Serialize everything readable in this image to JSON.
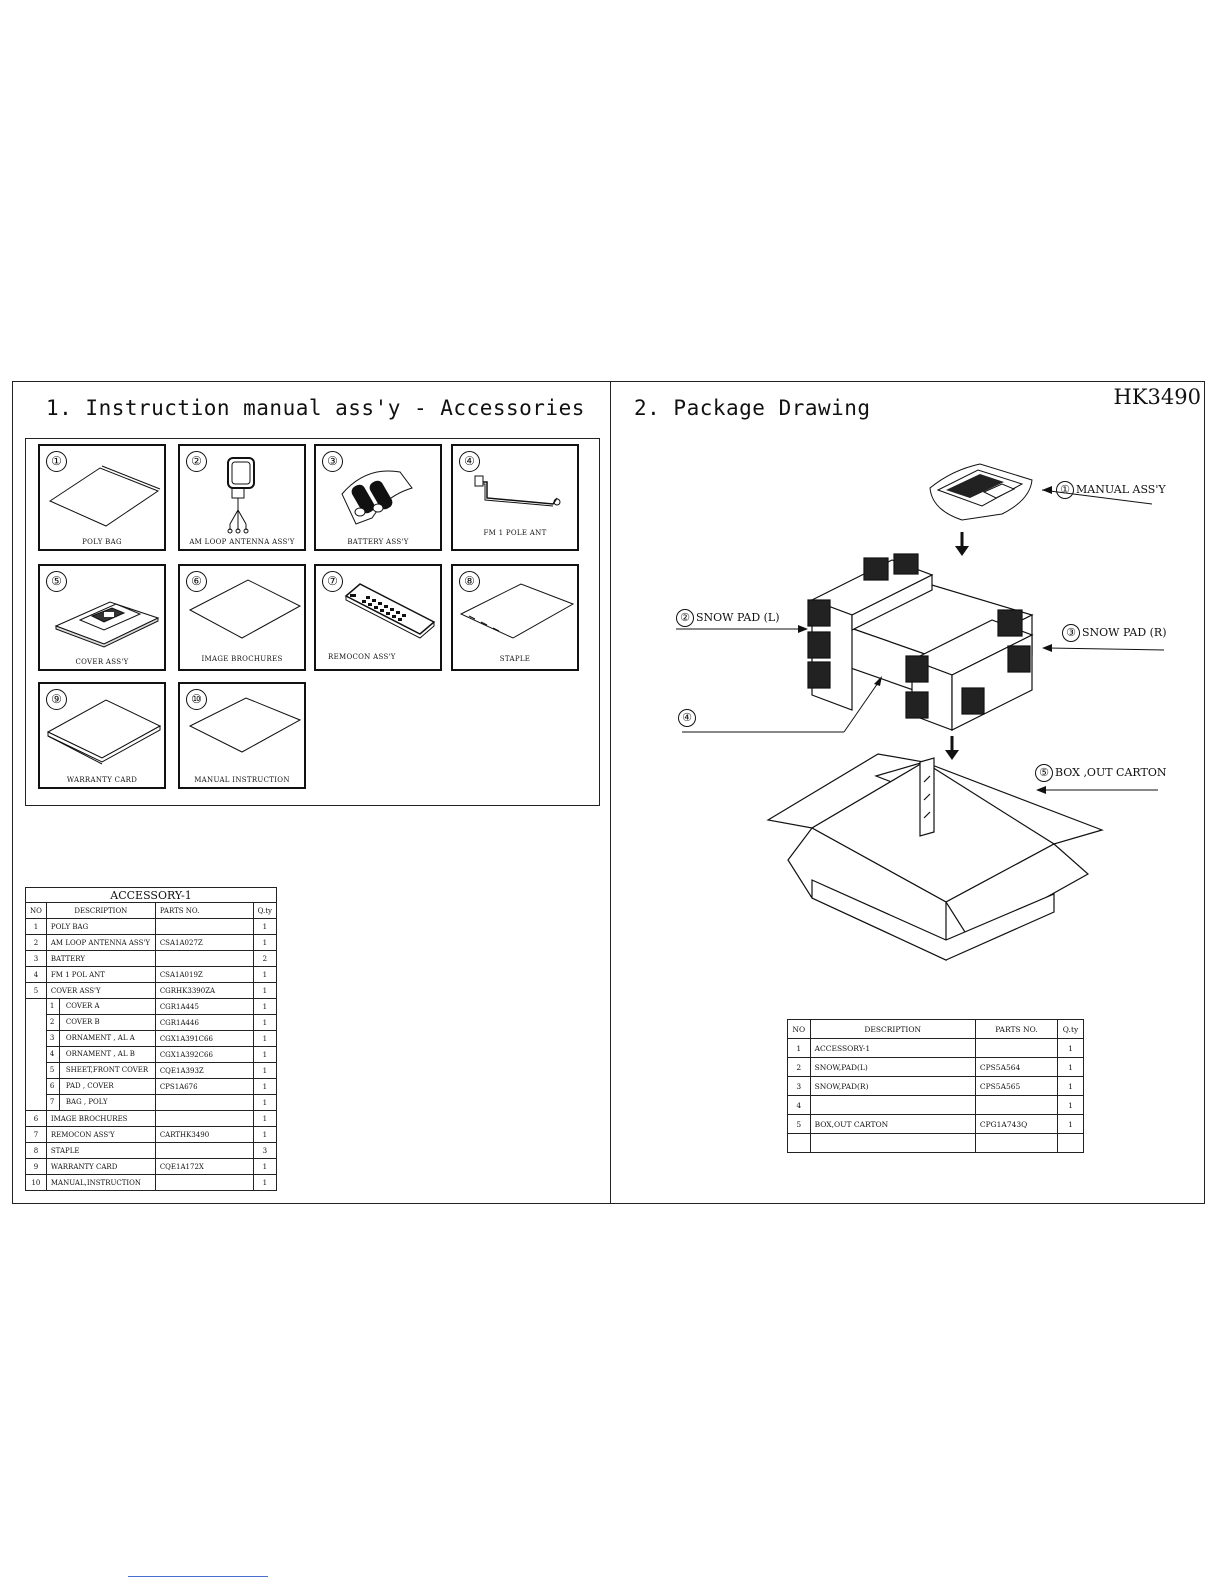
{
  "model": "HK3490",
  "section1_title": "1. Instruction manual ass'y - Accessories",
  "section2_title": "2. Package Drawing",
  "accessories": [
    {
      "num": "①",
      "label": "POLY BAG",
      "icon": "poly-bag-icon"
    },
    {
      "num": "②",
      "label": "AM LOOP ANTENNA ASS'Y",
      "icon": "am-loop-antenna-icon"
    },
    {
      "num": "③",
      "label": "BATTERY  ASS'Y",
      "icon": "battery-icon"
    },
    {
      "num": "④",
      "label": "FM 1 POLE ANT",
      "icon": "fm-pole-antenna-icon"
    },
    {
      "num": "⑤",
      "label": "COVER ASS'Y",
      "icon": "cover-icon"
    },
    {
      "num": "⑥",
      "label": "IMAGE BROCHURES",
      "icon": "brochure-icon"
    },
    {
      "num": "⑦",
      "label": "REMOCON ASS'Y",
      "icon": "remote-control-icon"
    },
    {
      "num": "⑧",
      "label": "STAPLE",
      "icon": "staple-icon"
    },
    {
      "num": "⑨",
      "label": "WARRANTY CARD",
      "icon": "warranty-card-icon"
    },
    {
      "num": "⑩",
      "label": "MANUAL INSTRUCTION",
      "icon": "manual-icon"
    }
  ],
  "accessory_table": {
    "title": "ACCESSORY-1",
    "headers": [
      "NO",
      "DESCRIPTION",
      "PARTS NO.",
      "Q.ty"
    ],
    "rows": [
      {
        "no": "1",
        "desc": "POLY BAG",
        "part": "",
        "qty": "1"
      },
      {
        "no": "2",
        "desc": "AM LOOP ANTENNA ASS'Y",
        "part": "CSA1A027Z",
        "qty": "1"
      },
      {
        "no": "3",
        "desc": "BATTERY",
        "part": "",
        "qty": "2"
      },
      {
        "no": "4",
        "desc": "FM 1 POL ANT",
        "part": "CSA1A019Z",
        "qty": "1"
      },
      {
        "no": "5",
        "desc": "COVER ASS'Y",
        "part": "CGRHK3390ZA",
        "qty": "1"
      },
      {
        "sub": "1",
        "desc": "COVER A",
        "part": "CGR1A445",
        "qty": "1"
      },
      {
        "sub": "2",
        "desc": "COVER B",
        "part": "CGR1A446",
        "qty": "1"
      },
      {
        "sub": "3",
        "desc": "ORNAMENT , AL A",
        "part": "CGX1A391C66",
        "qty": "1"
      },
      {
        "sub": "4",
        "desc": "ORNAMENT , AL B",
        "part": "CGX1A392C66",
        "qty": "1"
      },
      {
        "sub": "5",
        "desc": "SHEET,FRONT COVER",
        "part": "CQE1A393Z",
        "qty": "1"
      },
      {
        "sub": "6",
        "desc": "PAD , COVER",
        "part": "CPS1A676",
        "qty": "1"
      },
      {
        "sub": "7",
        "desc": "BAG , POLY",
        "part": "",
        "qty": "1"
      },
      {
        "no": "6",
        "desc": "IMAGE BROCHURES",
        "part": "",
        "qty": "1"
      },
      {
        "no": "7",
        "desc": "REMOCON ASS'Y",
        "part": "CARTHK3490",
        "qty": "1"
      },
      {
        "no": "8",
        "desc": "STAPLE",
        "part": "",
        "qty": "3"
      },
      {
        "no": "9",
        "desc": "WARRANTY CARD",
        "part": "CQE1A172X",
        "qty": "1"
      },
      {
        "no": "10",
        "desc": "MANUAL,INSTRUCTION",
        "part": "",
        "qty": "1"
      }
    ]
  },
  "package_callouts": [
    {
      "num": "①",
      "label": "MANUAL ASS'Y"
    },
    {
      "num": "②",
      "label": "SNOW PAD (L)"
    },
    {
      "num": "③",
      "label": "SNOW PAD (R)"
    },
    {
      "num": "④",
      "label": ""
    },
    {
      "num": "⑤",
      "label": "BOX ,OUT CARTON"
    }
  ],
  "package_table": {
    "headers": [
      "NO",
      "DESCRIPTION",
      "PARTS NO.",
      "Q.ty"
    ],
    "rows": [
      {
        "no": "1",
        "desc": "ACCESSORY-1",
        "part": "",
        "qty": "1"
      },
      {
        "no": "2",
        "desc": "SNOW,PAD(L)",
        "part": "CPS5A564",
        "qty": "1"
      },
      {
        "no": "3",
        "desc": "SNOW,PAD(R)",
        "part": "CPS5A565",
        "qty": "1"
      },
      {
        "no": "4",
        "desc": "",
        "part": "",
        "qty": "1"
      },
      {
        "no": "5",
        "desc": "BOX,OUT CARTON",
        "part": "CPG1A743Q",
        "qty": "1"
      },
      {
        "no": "",
        "desc": "",
        "part": "",
        "qty": ""
      }
    ]
  }
}
